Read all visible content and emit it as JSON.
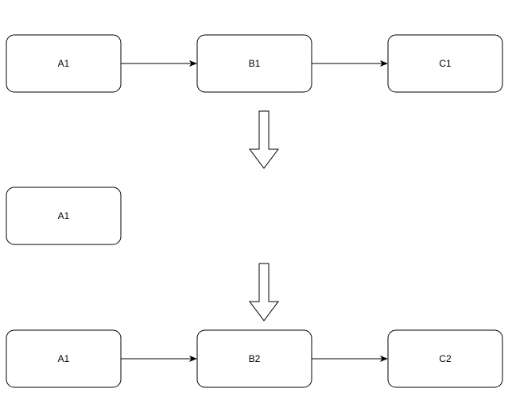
{
  "stages": [
    {
      "nodes": [
        {
          "label": "A1"
        },
        {
          "label": "B1"
        },
        {
          "label": "C1"
        }
      ]
    },
    {
      "nodes": [
        {
          "label": "A1"
        }
      ]
    },
    {
      "nodes": [
        {
          "label": "A1"
        },
        {
          "label": "B2"
        },
        {
          "label": "C2"
        }
      ]
    }
  ],
  "edges": [
    {
      "from": "A1",
      "to": "B1"
    },
    {
      "from": "B1",
      "to": "C1"
    },
    {
      "from": "A1",
      "to": "B2"
    },
    {
      "from": "B2",
      "to": "C2"
    }
  ],
  "transitions": [
    {
      "from_stage": 1,
      "to_stage": 2,
      "style": "hollow-block-arrow"
    },
    {
      "from_stage": 2,
      "to_stage": 3,
      "style": "hollow-block-arrow"
    }
  ]
}
